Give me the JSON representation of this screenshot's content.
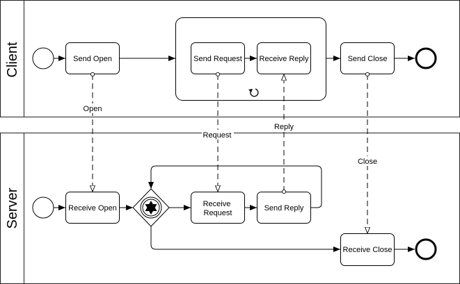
{
  "pools": {
    "client": {
      "label": "Client"
    },
    "server": {
      "label": "Server"
    }
  },
  "tasks": {
    "send_open": "Send Open",
    "send_request": "Send Request",
    "receive_reply": "Receive Reply",
    "send_close": "Send Close",
    "receive_open": "Receive Open",
    "receive_request_line1": "Receive",
    "receive_request_line2": "Request",
    "send_reply": "Send Reply",
    "receive_close": "Receive Close"
  },
  "messages": {
    "open": "Open",
    "request": "Request",
    "reply": "Reply",
    "close": "Close"
  },
  "icons": {
    "loop_marker": "loop-icon",
    "gateway_marker": "event-based-gateway-icon"
  }
}
